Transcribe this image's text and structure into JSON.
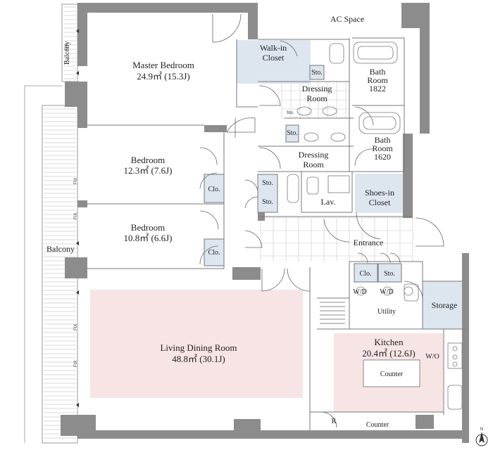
{
  "rooms": {
    "ac_space": "AC Space",
    "master_bedroom": {
      "name": "Master Bedroom",
      "area": "24.9㎡ (15.3J)"
    },
    "walk_in_closet": {
      "line1": "Walk-in",
      "line2": "Closet"
    },
    "sto_1": "Sto.",
    "dressing_room_1": {
      "line1": "Dressing",
      "line2": "Room"
    },
    "sto_2": "Sto.",
    "sto_3": "Sto.",
    "bath_1": {
      "line1": "Bath",
      "line2": "Room",
      "line3": "1822"
    },
    "bath_2": {
      "line1": "Bath",
      "line2": "Room",
      "line3": "1620"
    },
    "dressing_room_2": {
      "line1": "Dressing",
      "line2": "Room"
    },
    "bedroom_1": {
      "name": "Bedroom",
      "area": "12.3㎡ (7.6J)"
    },
    "clo_1": "Clo.",
    "sto_4": "Sto.",
    "sto_5": "Sto.",
    "lav": "Lav.",
    "shoes_closet": {
      "line1": "Shoes-in",
      "line2": "Closet"
    },
    "bedroom_2": {
      "name": "Bedroom",
      "area": "10.8㎡ (6.6J)"
    },
    "clo_2": "Clo.",
    "entrance": "Entrance",
    "clo_3": "Clo.",
    "sto_6": "Sto.",
    "wd_1": "W/D",
    "wd_2": "W/D",
    "utility": "Utility",
    "storage": "Storage",
    "living": {
      "name": "Living Dining Room",
      "area": "48.8㎡ (30.1J)"
    },
    "kitchen": {
      "name": "Kitchen",
      "area": "20.4㎡ (12.6J)"
    },
    "wo": "W/O",
    "counter_1": "Counter",
    "counter_2": "Counter",
    "r": "R"
  },
  "balcony_1": "Balcony",
  "balcony_2": "Balcony",
  "fix": "FIX",
  "north": "N",
  "colors": {
    "wall": "#8c8c8c",
    "closet_fill": "#dde5ef",
    "living_fill": "#f7e4e4",
    "kitchen_fill": "#f7e4e4",
    "balcony_line": "#999999"
  }
}
